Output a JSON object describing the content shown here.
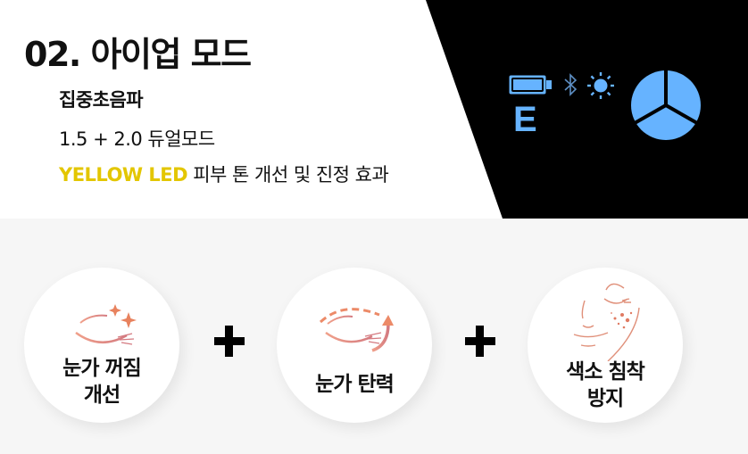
{
  "header": {
    "title": "02. 아이업 모드",
    "lines": {
      "line1": "집중초음파",
      "line2": "1.5 + 2.0 듀얼모드",
      "line3_highlight": "YELLOW LED",
      "line3_rest": " 피부 톤 개선 및 진정 효과"
    }
  },
  "device_display": {
    "icons": [
      "battery-icon",
      "bluetooth-icon",
      "sun-icon",
      "mode-dial-icon"
    ],
    "mode_letter": "E",
    "accent_color": "#66b3ff"
  },
  "colors": {
    "highlight_yellow": "#e3c600",
    "icon_coral": "#e88a6a",
    "background": "#f6f6f6"
  },
  "features": [
    {
      "label_line1": "눈가 꺼짐",
      "label_line2": "개선",
      "icon": "eye-sparkle-icon"
    },
    {
      "label_line1": "눈가 탄력",
      "label_line2": "",
      "icon": "eye-lift-icon"
    },
    {
      "label_line1": "색소 침착",
      "label_line2": "방지",
      "icon": "face-pigment-icon"
    }
  ],
  "separators": [
    "+",
    "+"
  ]
}
